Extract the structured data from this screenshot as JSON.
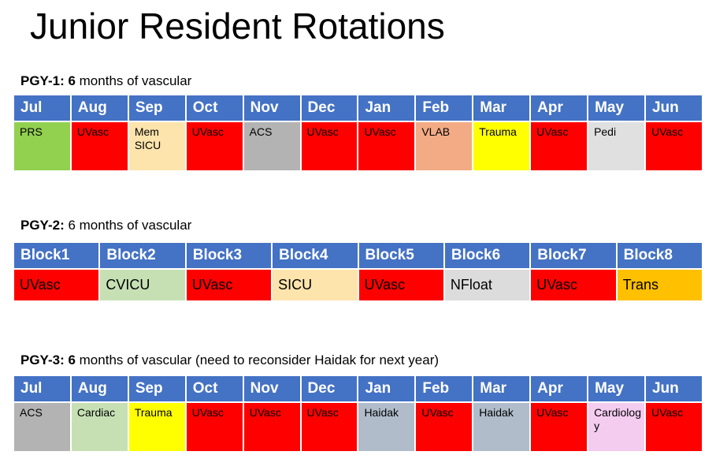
{
  "slide": {
    "title": "Junior Resident Rotations",
    "background_color": "#ffffff",
    "header_color": "#4472c4",
    "header_text_color": "#ffffff"
  },
  "sections": [
    {
      "id": "pgy1",
      "caption_lead": "PGY-1: 6",
      "caption_rest": " months of vascular",
      "columns": [
        "Jul",
        "Aug",
        "Sep",
        "Oct",
        "Nov",
        "Dec",
        "Jan",
        "Feb",
        "Mar",
        "Apr",
        "May",
        "Jun"
      ],
      "cells": [
        {
          "label": "PRS",
          "color": "#92d050"
        },
        {
          "label": "UVasc",
          "color": "#ff0000"
        },
        {
          "label": "Mem SICU",
          "color": "#fce4ac"
        },
        {
          "label": "UVasc",
          "color": "#ff0000"
        },
        {
          "label": "ACS",
          "color": "#b3b3b3"
        },
        {
          "label": "UVasc",
          "color": "#ff0000"
        },
        {
          "label": "UVasc",
          "color": "#ff0000"
        },
        {
          "label": "VLAB",
          "color": "#f2ab84"
        },
        {
          "label": "Trauma",
          "color": "#ffff00"
        },
        {
          "label": "UVasc",
          "color": "#ff0000"
        },
        {
          "label": "Pedi",
          "color": "#e0e0e0"
        },
        {
          "label": "UVasc",
          "color": "#ff0000"
        }
      ]
    },
    {
      "id": "pgy2",
      "caption_lead": "PGY-2:",
      "caption_rest": " 6 months of vascular",
      "columns": [
        "Block1",
        "Block2",
        "Block3",
        "Block4",
        "Block5",
        "Block6",
        "Block7",
        "Block8"
      ],
      "cells": [
        {
          "label": "UVasc",
          "color": "#ff0000"
        },
        {
          "label": "CVICU",
          "color": "#c6e0b4"
        },
        {
          "label": "UVasc",
          "color": "#ff0000"
        },
        {
          "label": "SICU",
          "color": "#fce4ac"
        },
        {
          "label": "UVasc",
          "color": "#ff0000"
        },
        {
          "label": "NFloat",
          "color": "#dcdcdc"
        },
        {
          "label": "UVasc",
          "color": "#ff0000"
        },
        {
          "label": "Trans",
          "color": "#ffc000"
        }
      ]
    },
    {
      "id": "pgy3",
      "caption_lead": "PGY-3: 6",
      "caption_rest": " months of vascular (need to reconsider Haidak for next year)",
      "columns": [
        "Jul",
        "Aug",
        "Sep",
        "Oct",
        "Nov",
        "Dec",
        "Jan",
        "Feb",
        "Mar",
        "Apr",
        "May",
        "Jun"
      ],
      "cells": [
        {
          "label": "ACS",
          "color": "#b3b3b3"
        },
        {
          "label": "Cardiac",
          "color": "#c6e0b4"
        },
        {
          "label": "Trauma",
          "color": "#ffff00"
        },
        {
          "label": "UVasc",
          "color": "#ff0000"
        },
        {
          "label": "UVasc",
          "color": "#ff0000"
        },
        {
          "label": "UVasc",
          "color": "#ff0000"
        },
        {
          "label": "Haidak",
          "color": "#b0bcca"
        },
        {
          "label": "UVasc",
          "color": "#ff0000"
        },
        {
          "label": "Haidak",
          "color": "#b0bcca"
        },
        {
          "label": "UVasc",
          "color": "#ff0000"
        },
        {
          "label": "Cardiology",
          "color": "#f4ccf0"
        },
        {
          "label": "UVasc",
          "color": "#ff0000"
        }
      ]
    }
  ]
}
